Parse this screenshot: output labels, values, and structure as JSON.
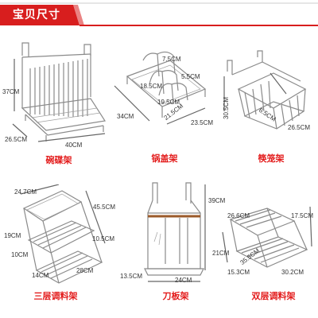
{
  "header": {
    "title": "宝贝尺寸",
    "accent_color": "#d81e1e"
  },
  "products": [
    {
      "name": "碗碟架",
      "dimensions": [
        "37CM",
        "26.5CM",
        "40CM"
      ]
    },
    {
      "name": "锅盖架",
      "dimensions": [
        "7.5CM",
        "18.5CM",
        "5.5CM",
        "34CM",
        "19.5CM",
        "21.5CM",
        "23.5CM"
      ]
    },
    {
      "name": "筷笼架",
      "dimensions": [
        "30.5CM",
        "6.5CM",
        "26.5CM"
      ]
    },
    {
      "name": "三层调料架",
      "dimensions": [
        "24.7CM",
        "45.5CM",
        "19CM",
        "10.5CM",
        "10CM",
        "28CM",
        "14CM"
      ]
    },
    {
      "name": "刀板架",
      "dimensions": [
        "39CM",
        "13.5CM",
        "24CM"
      ]
    },
    {
      "name": "双层调料架",
      "dimensions": [
        "26.6CM",
        "17.5CM",
        "21CM",
        "35.5CM",
        "15.3CM",
        "30.2CM"
      ]
    }
  ]
}
